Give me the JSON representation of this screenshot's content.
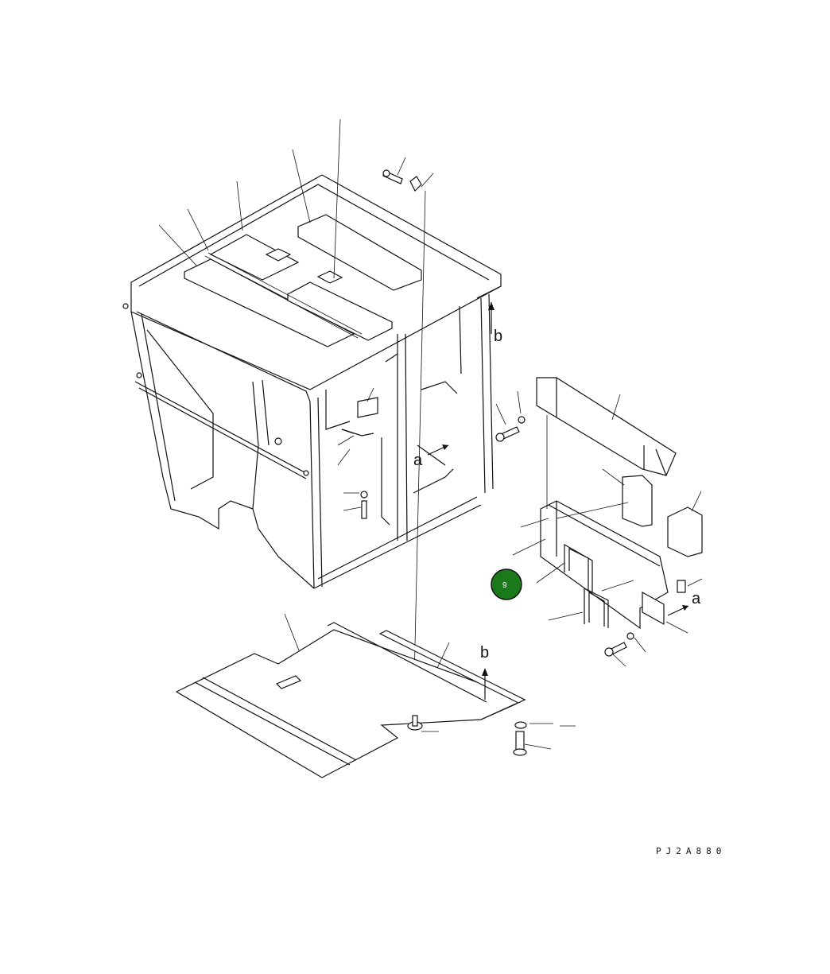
{
  "diagram": {
    "drawing_code": "PJ2A880",
    "view_labels": {
      "a_upper": "a",
      "a_right": "a",
      "b_upper": "b",
      "b_lower": "b"
    },
    "highlight": {
      "label": "9",
      "color": "#1a7a1a"
    }
  }
}
